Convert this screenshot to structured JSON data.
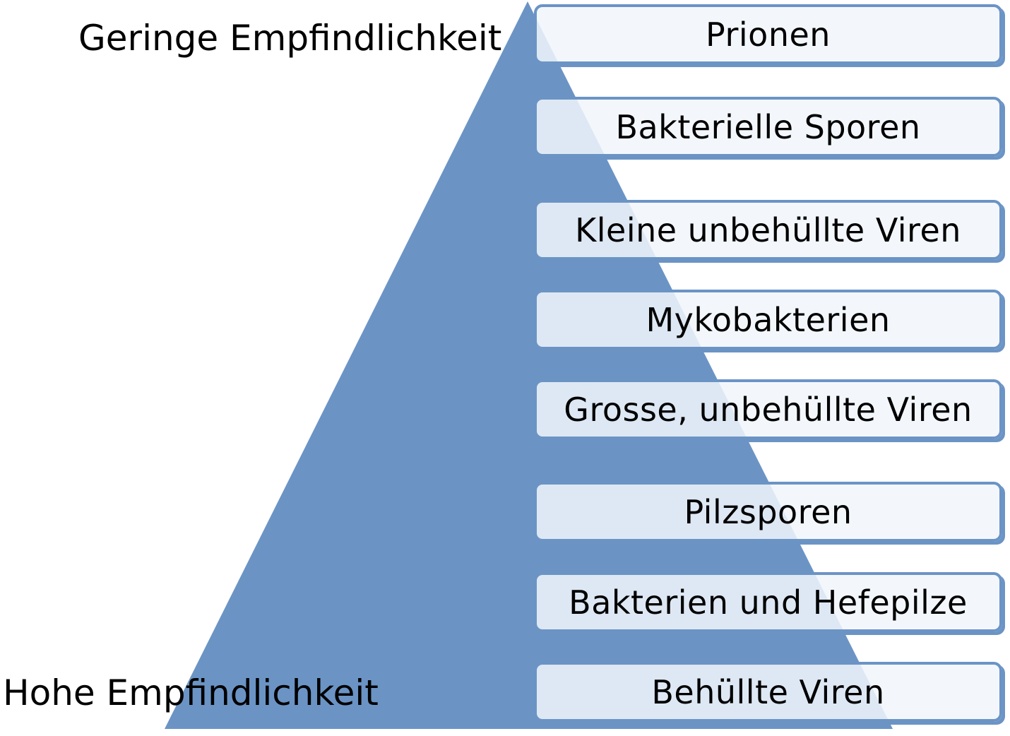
{
  "labels": {
    "low_sensitivity": "Geringe Empfindlichkeit",
    "high_sensitivity": "Hohe Empfindlichkeit"
  },
  "levels": [
    "Prionen",
    "Bakterielle Sporen",
    "Kleine unbehüllte Viren",
    "Mykobakterien",
    "Grosse, unbehüllte Viren",
    "Pilzsporen",
    "Bakterien und Hefepilze",
    "Behüllte Viren"
  ],
  "colors": {
    "pyramid_fill": "#6b94c5",
    "box_border": "#6b94c5",
    "box_fill": "#f1f6fb"
  }
}
